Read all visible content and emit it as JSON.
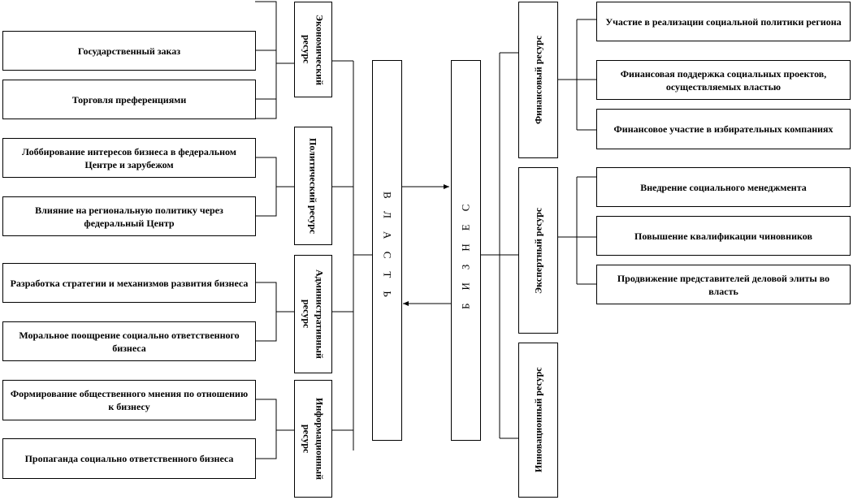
{
  "power": "ВЛАСТЬ",
  "business": "БИЗНЕС",
  "left_items": [
    "Государственный заказ",
    "Торговля преференциями",
    "Лоббирование интересов бизнеса в федеральном Центре и зарубежом",
    "Влияние на региональную политику через федеральный Центр",
    "Разработка стратегии и механизмов развития бизнеса",
    "Моральное поощрение социально ответственного бизнеса",
    "Формирование общественного мнения по отношению к бизнесу",
    "Пропаганда социально ответственного бизнеса"
  ],
  "power_resources": [
    "Экономический ресурс",
    "Политический ресурс",
    "Административный ресурс",
    "Информационный ресурс"
  ],
  "business_resources": [
    "Финансовый ресурс",
    "Экспертный ресурс",
    "Инновационный ресурс"
  ],
  "right_items": [
    "Участие в реализации социальной политики региона",
    "Финансовая поддержка социальных проектов, осуществляемых властью",
    "Финансовое участие в избирательных компаниях",
    "Внедрение социального менеджмента",
    "Повышение квалификации чиновников",
    "Продвижение представителей деловой элиты во власть"
  ]
}
